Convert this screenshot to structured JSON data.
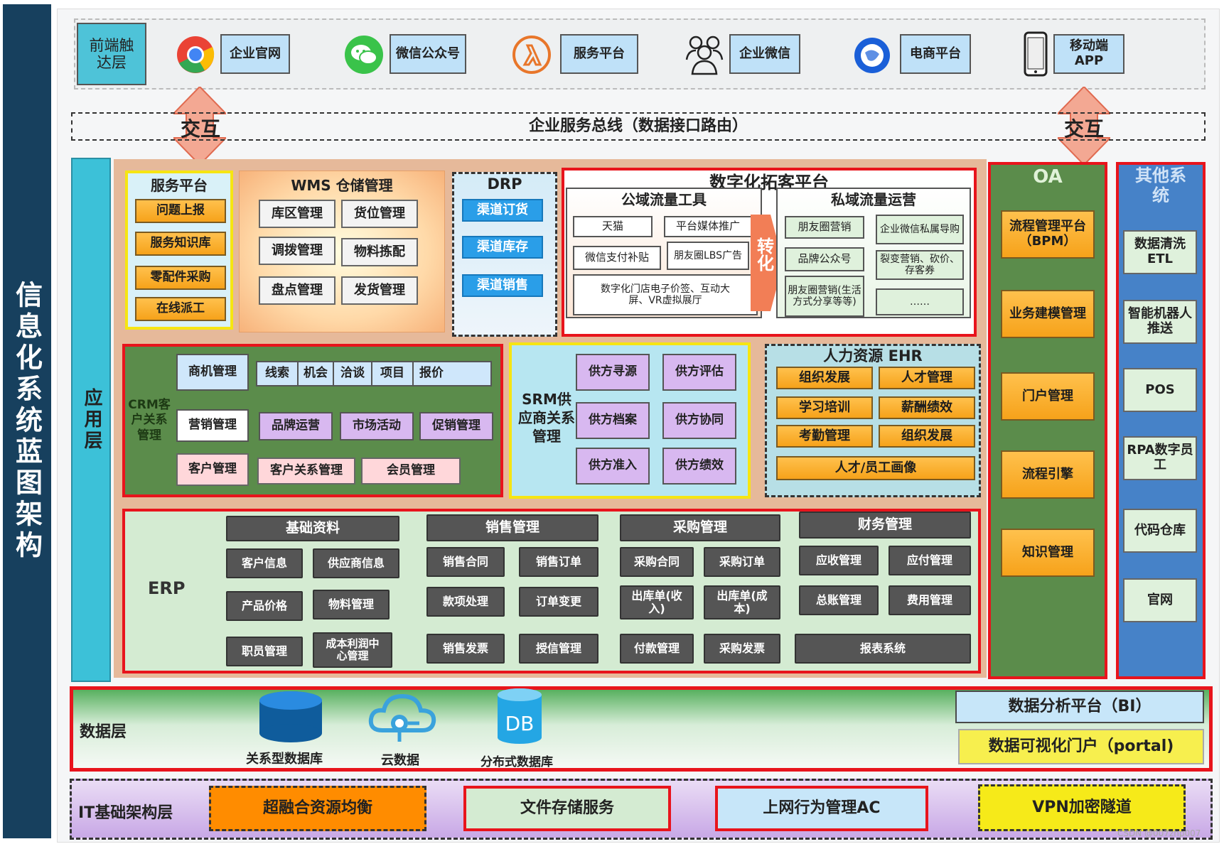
{
  "side_title": "信息化系统蓝图架构",
  "front": {
    "label": "前端触达层",
    "items": [
      {
        "icon": "chrome-icon",
        "label": "企业官网"
      },
      {
        "icon": "wechat-icon",
        "label": "微信公众号"
      },
      {
        "icon": "lambda-icon",
        "label": "服务平台"
      },
      {
        "icon": "users-icon",
        "label": "企业微信"
      },
      {
        "icon": "shop-icon",
        "label": "电商平台"
      },
      {
        "icon": "phone-icon",
        "label": "移动端APP"
      }
    ]
  },
  "bus": {
    "label": "企业服务总线（数据接口路由）",
    "exchange": "交互"
  },
  "app_layer": "应用层",
  "service": {
    "title": "服务平台",
    "items": [
      "问题上报",
      "服务知识库",
      "零配件采购",
      "在线派工"
    ]
  },
  "wms": {
    "title": "WMS 仓储管理",
    "items": [
      "库区管理",
      "货位管理",
      "调拨管理",
      "物料拣配",
      "盘点管理",
      "发货管理"
    ]
  },
  "drp": {
    "title": "DRP",
    "items": [
      "渠道订货",
      "渠道库存",
      "渠道销售"
    ]
  },
  "digital": {
    "title": "数字化拓客平台",
    "public_title": "公域流量工具",
    "public_items": [
      "天猫",
      "平台媒体推广",
      "微信支付补贴",
      "朋友圈LBS广告",
      "数字化门店电子价签、互动大屏、VR虚拟展厅"
    ],
    "convert": "转化",
    "private_title": "私域流量运营",
    "private_items": [
      "朋友圈营销",
      "企业微信私属导购",
      "品牌公众号",
      "裂变营销、砍价、存客券",
      "朋友圈营销(生活方式分享等等)",
      "……"
    ]
  },
  "oa": {
    "title": "OA",
    "items": [
      "流程管理平台（BPM）",
      "业务建模管理",
      "门户管理",
      "流程引擎",
      "知识管理"
    ]
  },
  "other": {
    "title": "其他系统",
    "items": [
      "数据清洗ETL",
      "智能机器人推送",
      "POS",
      "RPA数字员工",
      "代码仓库",
      "官网"
    ]
  },
  "crm": {
    "label": "CRM客户关系管理",
    "row1_head": "商机管理",
    "row1_items": [
      "线索",
      "机会",
      "洽谈",
      "项目",
      "报价"
    ],
    "row2_head": "营销管理",
    "row2_items": [
      "品牌运营",
      "市场活动",
      "促销管理"
    ],
    "row3_head": "客户管理",
    "row3_items": [
      "客户关系管理",
      "会员管理"
    ]
  },
  "srm": {
    "label": "SRM供应商关系管理",
    "items": [
      "供方寻源",
      "供方评估",
      "供方档案",
      "供方协同",
      "供方准入",
      "供方绩效"
    ]
  },
  "ehr": {
    "title": "人力资源 EHR",
    "items": [
      "组织发展",
      "人才管理",
      "学习培训",
      "薪酬绩效",
      "考勤管理",
      "组织发展",
      "人才/员工画像"
    ]
  },
  "erp": {
    "label": "ERP",
    "groups": [
      {
        "title": "基础资料",
        "items": [
          "客户信息",
          "供应商信息",
          "产品价格",
          "物料管理",
          "职员管理",
          "成本利润中心管理"
        ]
      },
      {
        "title": "销售管理",
        "items": [
          "销售合同",
          "销售订单",
          "款项处理",
          "订单变更",
          "销售发票",
          "授信管理"
        ]
      },
      {
        "title": "采购管理",
        "items": [
          "采购合同",
          "采购订单",
          "出库单(收入)",
          "出库单(成本)",
          "付款管理",
          "采购发票"
        ]
      },
      {
        "title": "财务管理",
        "items": [
          "应收管理",
          "应付管理",
          "总账管理",
          "费用管理",
          "报表系统"
        ]
      }
    ]
  },
  "data_layer": {
    "label": "数据层",
    "items": [
      "关系型数据库",
      "云数据",
      "分布式数据库"
    ],
    "db_text": "DB",
    "bi": "数据分析平台（BI）",
    "portal": "数据可视化门户（portal)"
  },
  "it_layer": {
    "label": "IT基础架构层",
    "items": [
      "超融合资源均衡",
      "文件存储服务",
      "上网行为管理AC",
      "VPN加密隧道"
    ]
  },
  "watermark": "CSDN @007zhp007"
}
